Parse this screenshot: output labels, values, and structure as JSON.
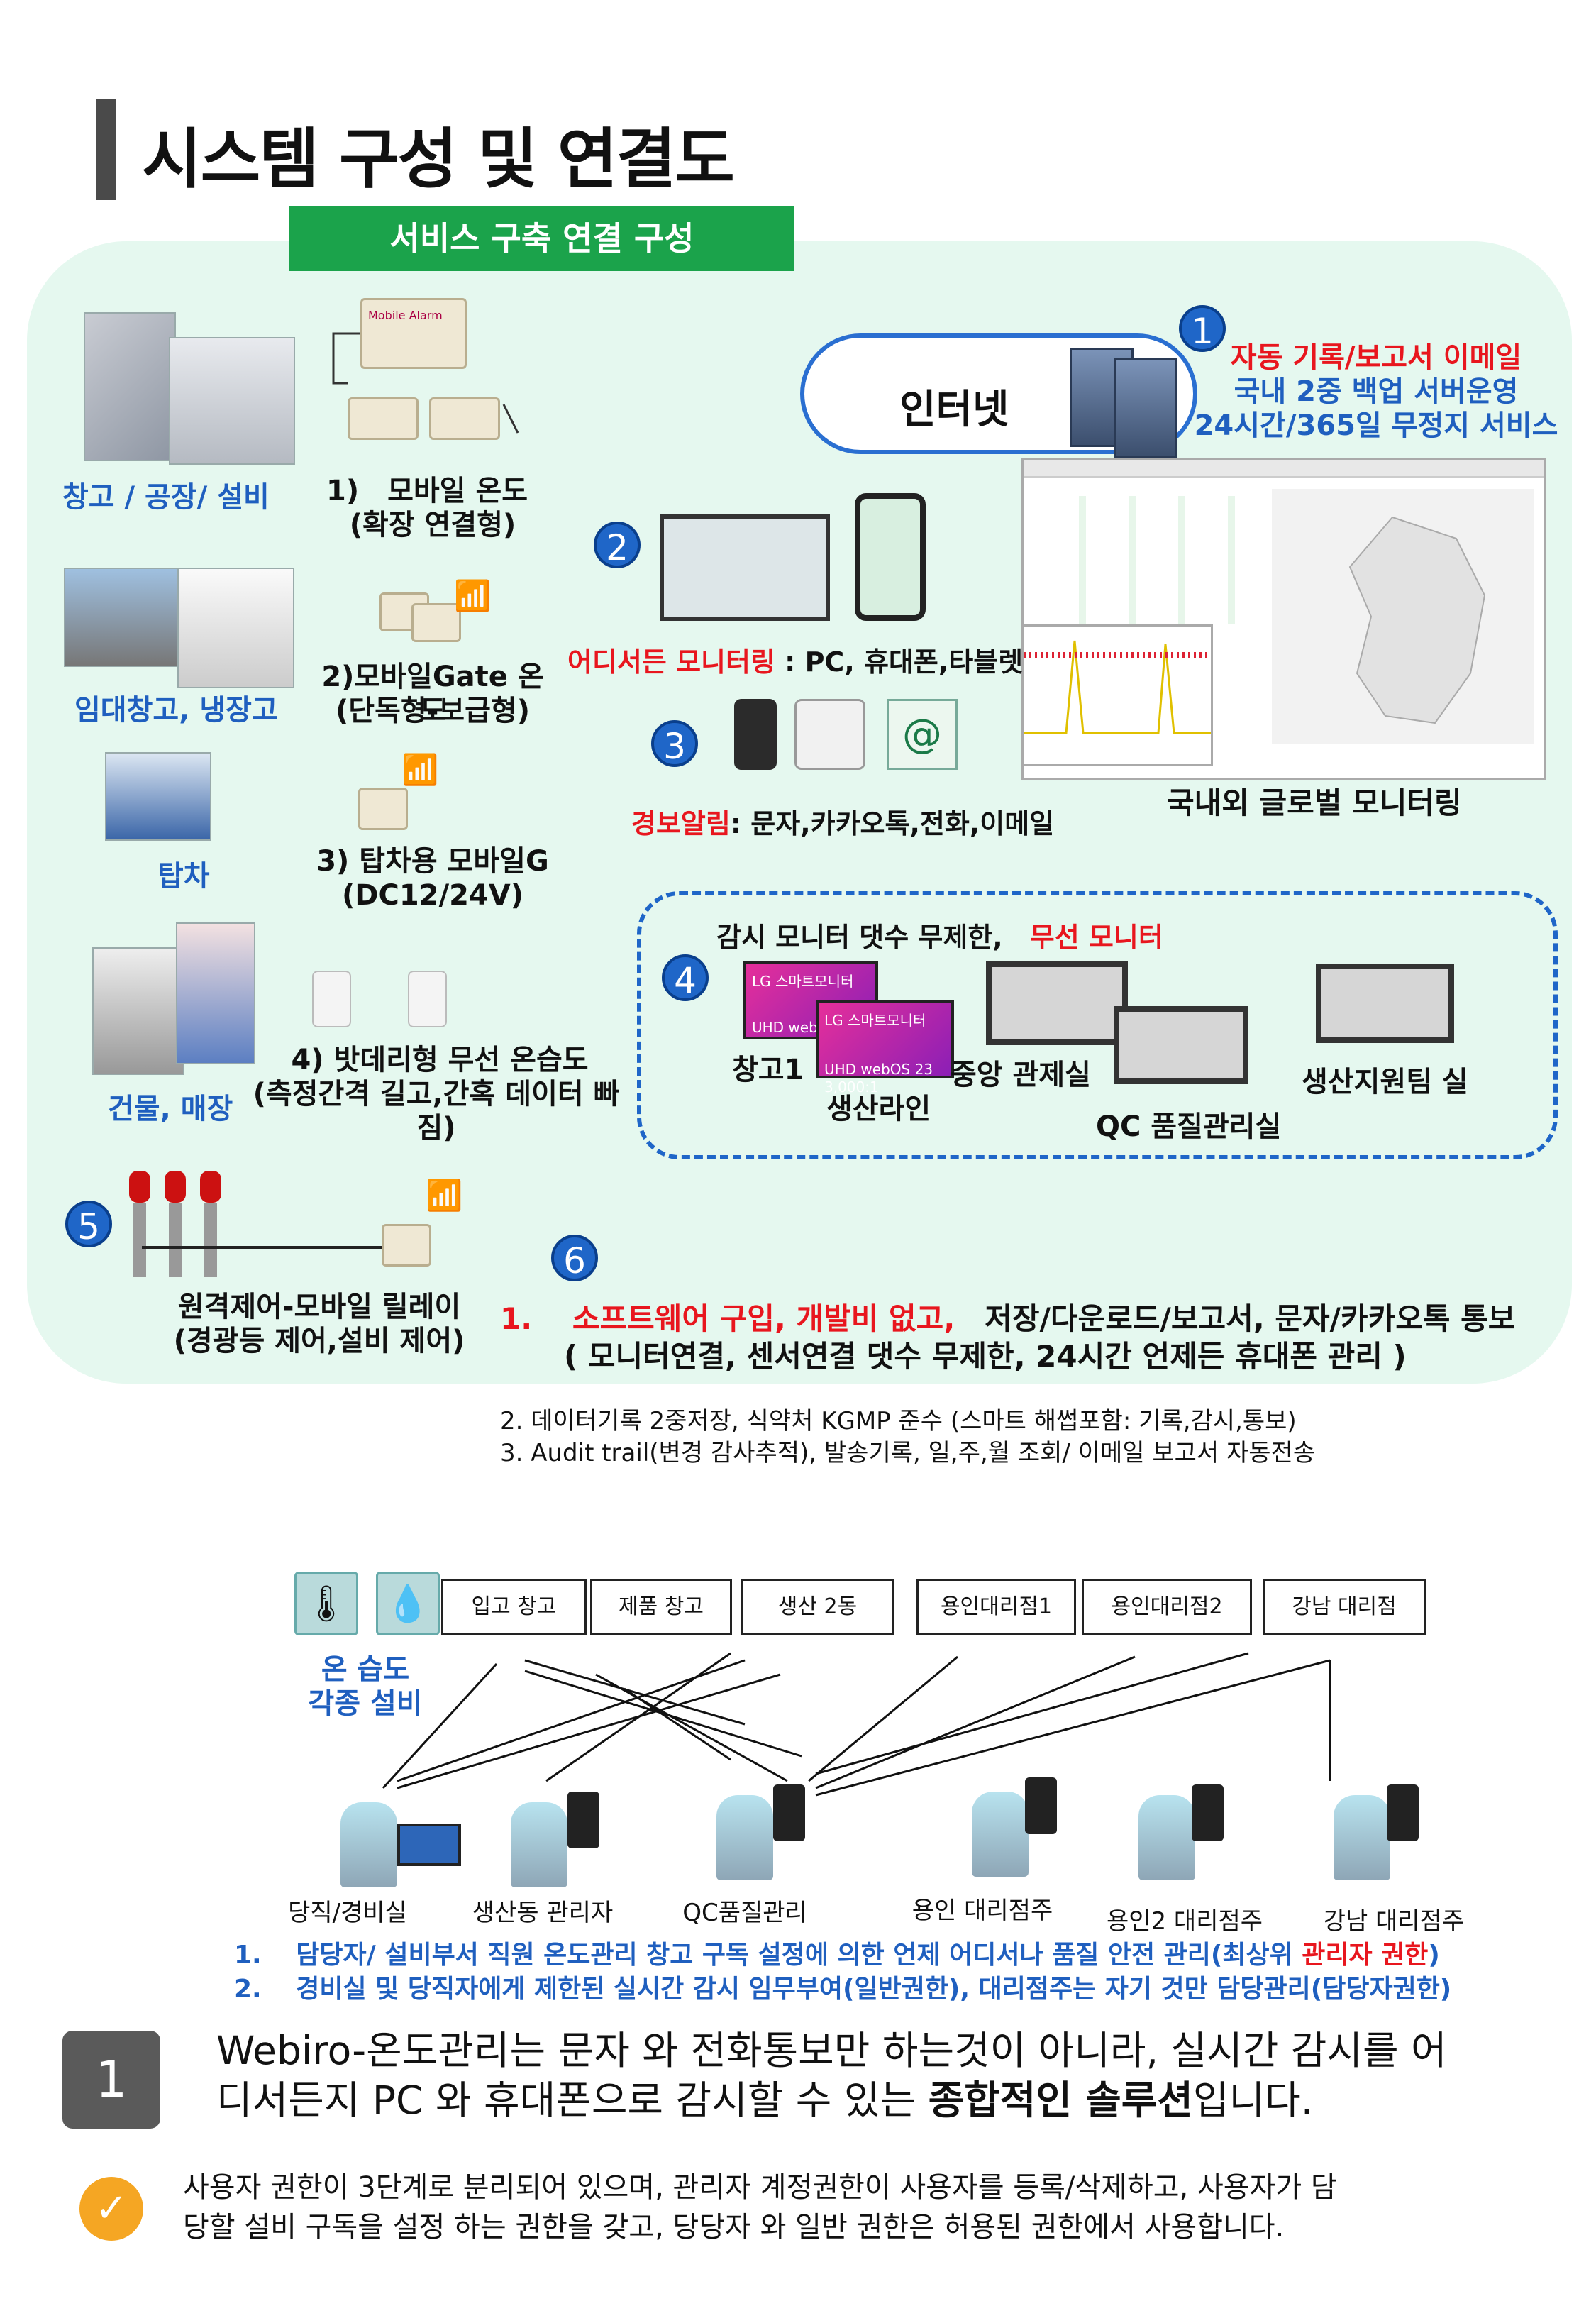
{
  "title": "시스템 구성 및 연결도",
  "service_tab": "서비스 구축 연결 구성",
  "left": {
    "warehouse_label": "창고 / 공장/ 설비",
    "item1_line1": "1)　모바일 온도",
    "item1_line2": "(확장 연결형)",
    "mobile_alarm": "Mobile Alarm",
    "rental_label": "임대창고, 냉장고",
    "item2_line1": "2)모바일Gate 온도",
    "item2_line2": "(단독형-보급형)",
    "truck_label": "탑차",
    "item3_line1": "3) 탑차용 모바일G",
    "item3_line2": "(DC12/24V)",
    "building_label": "건물, 매장",
    "item4_line1": "4) 밧데리형 무선 온습도",
    "item4_line2": "(측정간격 길고,간혹 데이터 빠짐)",
    "item5_line1": "원격제어-모바일 릴레이",
    "item5_line2": "(경광등 제어,설비 제어)"
  },
  "circles": [
    "1",
    "2",
    "3",
    "4",
    "5",
    "6"
  ],
  "internet": "인터넷",
  "service1": {
    "line1": "자동 기록/보고서 이메일",
    "line2": "국내 2중 백업 서버운영",
    "line3": "24시간/365일 무정지 서비스"
  },
  "monitoring": {
    "red": "어디서든 모니터링",
    "rest": " : PC, 휴대폰,타블렛"
  },
  "alarm": {
    "red": "경보알림",
    "rest": ": 문자,카카오톡,전화,이메일"
  },
  "global": "국내외 글로벌 모니터링",
  "monitor_box": {
    "head_black": "감시 모니터 댓수 무제한,",
    "head_red": "무선 모니터",
    "tv_text": "LG 스마트모니터",
    "tv_sub": "UHD  webOS 23",
    "tv_sub2": "3,000:1",
    "label1": "창고1",
    "label2": "생산라인",
    "label3": "중앙 관제실",
    "label4": "QC 품질관리실",
    "label5": "생산지원팀 실"
  },
  "six": {
    "num": "1.",
    "red": "소프트웨어  구입, 개발비 없고,",
    "black": "저장/다운로드/보고서, 문자/카카오톡 통보",
    "line2": "( 모니터연결, 센서연결 댓수 무제한, 24시간 언제든 휴대폰 관리 )",
    "line3": "2. 데이터기록 2중저장, 식약처 KGMP 준수 (스마트 해썹포함: 기록,감시,통보)",
    "line4": "3. Audit trail(변경 감사추적), 발송기록, 일,주,월 조회/ 이메일 보고서 자동전송"
  },
  "net": {
    "boxes": [
      "입고 창고",
      "제품 창고",
      "생산 2동",
      "용인대리점1",
      "용인대리점2",
      "강남 대리점"
    ],
    "sensor_label1": "온 습도",
    "sensor_label2": "각종 설비",
    "people": [
      "당직/경비실",
      "생산동 관리자",
      "QC품질관리",
      "용인 대리점주",
      "용인2 대리점주",
      "강남 대리점주"
    ],
    "note1_num": "1.",
    "note1_blue": "담당자/ 설비부서 직원 온도관리 창고 구독 설정에 의한 언제 어디서나 품질 안전 관리(최상위",
    "note1_red": "관리자 권한",
    "note1_end": ")",
    "note2_num": "2.",
    "note2": "경비실 및 당직자에게 제한된 실시간 감시 임무부여(일반권한), 대리점주는 자기 것만 담당관리(담당자권한)"
  },
  "summary": {
    "badge": "1",
    "line1": "Webiro-온도관리는 문자 와 전화통보만 하는것이 아니라, 실시간 감시를 어",
    "line2a": "디서든지 PC 와 휴대폰으로 감시할 수 있는 ",
    "line2b": "종합적인 솔루션",
    "line2c": "입니다."
  },
  "footer": {
    "line1": "사용자 권한이 3단계로 분리되어 있으며, 관리자 계정권한이 사용자를 등록/삭제하고, 사용자가 담",
    "line2": "당할 설비 구독을 설정 하는 권한을 갖고, 당당자 와 일반 권한은 허용된 권한에서 사용합니다."
  },
  "colors": {
    "accent_blue": "#1f5fbf",
    "alert_red": "#e8161e",
    "tab_green": "#1ba34b",
    "panel_bg": "#e5f8ef"
  }
}
